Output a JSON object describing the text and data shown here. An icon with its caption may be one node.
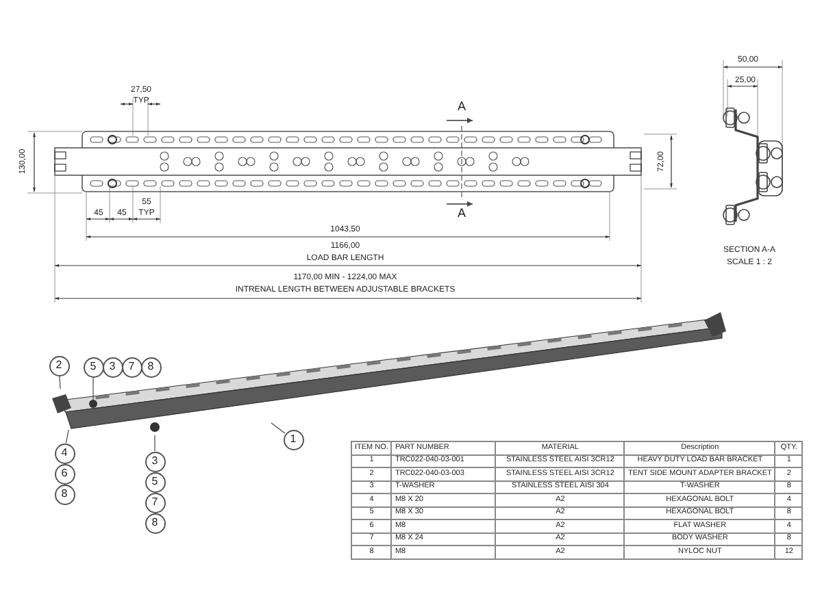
{
  "diagram": {
    "nodes": [
      {
        "text": [
          "2"
        ]
      },
      {
        "text": [
          "5"
        ]
      },
      {
        "text": [
          "3"
        ]
      },
      {
        "text": [
          "7"
        ]
      },
      {
        "text": [
          "8"
        ]
      },
      {
        "text": [
          "1"
        ]
      },
      {
        "text": [
          "4"
        ]
      },
      {
        "text": [
          "6"
        ]
      },
      {
        "text": [
          "8"
        ]
      },
      {
        "text": [
          "3"
        ]
      },
      {
        "text": [
          "5"
        ]
      },
      {
        "text": [
          "7"
        ]
      },
      {
        "text": [
          "8"
        ]
      }
    ],
    "edges": [
      {
        "from": 0,
        "to": null,
        "arrow": "none"
      },
      {
        "from": 1,
        "to": null,
        "arrow": "none"
      },
      {
        "from": 5,
        "to": null,
        "arrow": "none"
      },
      {
        "from": 6,
        "to": null,
        "arrow": "none"
      },
      {
        "from": 9,
        "to": null,
        "arrow": "none"
      }
    ],
    "labels": [
      "50,00",
      "25,00",
      "27,50",
      "TYP",
      "A",
      "130,00",
      "72,00",
      "45",
      "45",
      "55",
      "TYP",
      "A",
      "1043,50",
      "1166,00",
      "LOAD BAR LENGTH",
      "1170,00 MIN - 1224,00 MAX",
      "INTRENAL LENGTH BETWEEN ADJUSTABLE BRACKETS",
      "SECTION A-A",
      "SCALE 1 : 2",
      "ITEM NO.",
      "PART NUMBER",
      "MATERIAL",
      "Description",
      "QTY.",
      "1",
      "TRC022-040-03-001",
      "STAINLESS STEEL AISI 3CR12",
      "HEAVY DUTY LOAD BAR BRACKET",
      "1",
      "2",
      "TRC022-040-03-003",
      "STAINLESS STEEL AISI 3CR12",
      "TENT SIDE MOUNT ADAPTER BRACKET",
      "2",
      "3",
      "T-WASHER",
      "STAINLESS STEEL AISI 304",
      "T-WASHER",
      "8",
      "4",
      "M8 X 20",
      "A2",
      "HEXAGONAL BOLT",
      "4",
      "5",
      "M8 X 30",
      "A2",
      "HEXAGONAL BOLT",
      "8",
      "6",
      "M8",
      "A2",
      "FLAT WASHER",
      "4",
      "7",
      "M8 X 24",
      "A2",
      "BODY WASHER",
      "8",
      "8",
      "M8",
      "A2",
      "NYLOC NUT",
      "12"
    ]
  }
}
